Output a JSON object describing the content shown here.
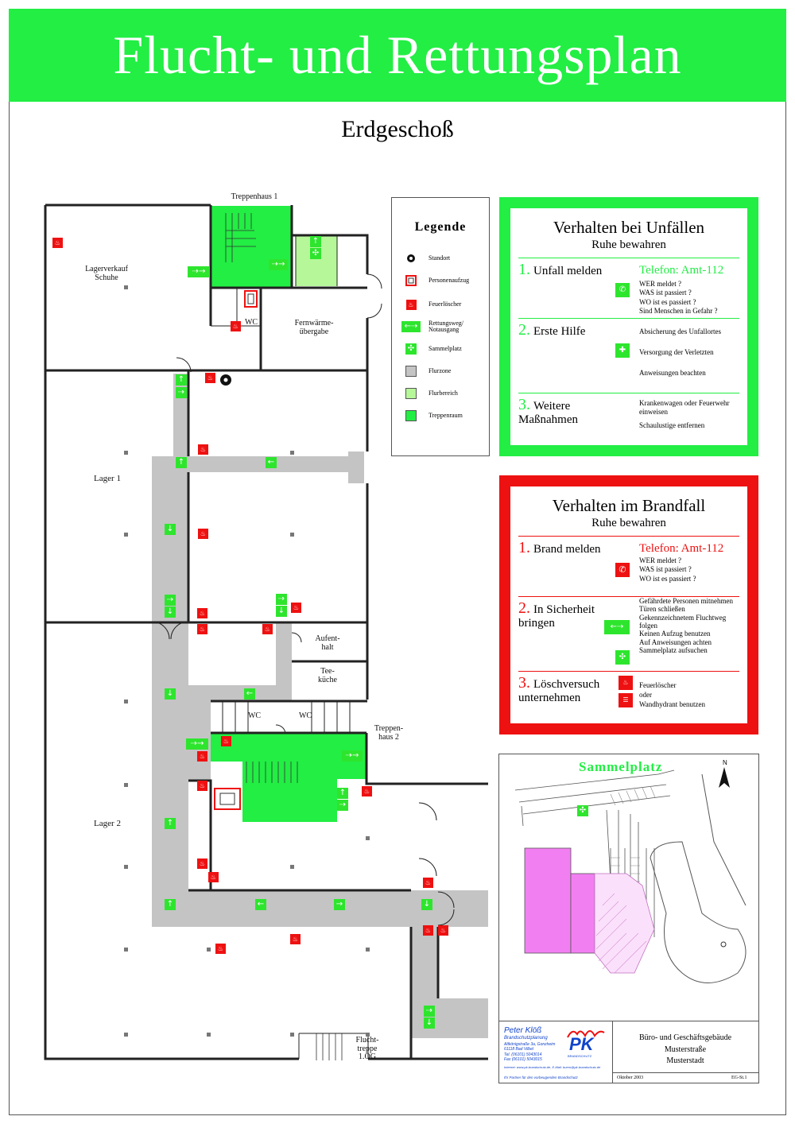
{
  "title": "Flucht- und Rettungsplan",
  "floor": "Erdgeschoß",
  "rooms": {
    "treppenhaus1": "Treppenhaus 1",
    "lagerverkauf": "Lagerverkauf Schuhe",
    "wc": "WC",
    "fernwaerme": "Fernwärme-übergabe",
    "lager1": "Lager 1",
    "aufenthalt": "Aufent-halt",
    "teekueche": "Tee-küche",
    "treppenhaus2": "Treppen-haus 2",
    "lager2": "Lager 2",
    "fluchttreppe": "Flucht-treppe 1.OG"
  },
  "legend": {
    "title": "Legende",
    "items": [
      {
        "label": "Standort",
        "icon": "standort-icon"
      },
      {
        "label": "Personenaufzug",
        "icon": "elevator-icon"
      },
      {
        "label": "Feuerlöscher",
        "icon": "fire-extinguisher-icon"
      },
      {
        "label": "Rettungsweg/ Notausgang",
        "icon": "exit-arrow-icon"
      },
      {
        "label": "Sammelplatz",
        "icon": "assembly-point-icon"
      },
      {
        "label": "Flurzone",
        "icon": "grey-swatch"
      },
      {
        "label": "Flurbereich",
        "icon": "lightgreen-swatch"
      },
      {
        "label": "Treppenraum",
        "icon": "green-swatch"
      }
    ]
  },
  "unfall": {
    "title": "Verhalten bei Unfällen",
    "subtitle": "Ruhe bewahren",
    "color": "#22ee44",
    "s1_num": "1.",
    "s1_label": "Unfall melden",
    "phone": "Telefon: Amt-112",
    "s1_lines": [
      "WER meldet ?",
      "WAS ist passiert ?",
      "WO ist es passiert ?",
      "Sind Menschen in Gefahr ?"
    ],
    "s2_num": "2.",
    "s2_label": "Erste Hilfe",
    "s2_lines": [
      "Absicherung des Unfallortes",
      "Versorgung der Verletzten",
      "Anweisungen beachten"
    ],
    "s3_num": "3.",
    "s3_label": "Weitere Maßnahmen",
    "s3_lines": [
      "Krankenwagen oder Feuerwehr einweisen",
      "Schaulustige entfernen"
    ]
  },
  "brand": {
    "title": "Verhalten im Brandfall",
    "subtitle": "Ruhe bewahren",
    "color": "#ee1111",
    "s1_num": "1.",
    "s1_label": "Brand melden",
    "phone": "Telefon: Amt-112",
    "s1_lines": [
      "WER meldet ?",
      "WAS ist passiert ?",
      "WO ist es passiert ?"
    ],
    "s2_num": "2.",
    "s2_label": "In Sicherheit bringen",
    "s2_lines": [
      "Gefährdete Personen mitnehmen",
      "Türen schließen",
      "Gekennzeichnetem Fluchtweg folgen",
      "Keinen Aufzug benutzen",
      "Auf Anweisungen achten",
      "Sammelplatz aufsuchen"
    ],
    "s3_num": "3.",
    "s3_label": "Löschversuch unternehmen",
    "s3_lines": [
      "Feuerlöscher",
      "oder",
      "Wandhydrant benutzen"
    ]
  },
  "site": {
    "title": "Sammelplatz",
    "north": "N",
    "company_name": "Peter Klöß",
    "company_sub": "Brandschutzplanung",
    "company_addr": [
      "Altkönigstraße 3a, Gonzheim",
      "61118 Bad Vilbel",
      "Tel. (06101) 5043014",
      "Fax (06101) 5043015"
    ],
    "company_web": "Internet: www.pk-brandschutz.de, E-Mail: buero@pk-brandschutz.de",
    "company_slogan": "Ihr Partner für den vorbeugenden Brandschutz",
    "logo": "PK",
    "logo_sub": "BRANDSCHUTZ",
    "building": "Büro- und Geschäftsgebäude",
    "street": "Musterstraße",
    "city": "Musterstadt",
    "date": "Oktober 2003",
    "code": "EG-St.1"
  },
  "colors": {
    "green": "#22ee44",
    "lightgreen": "#b6f79a",
    "grey": "#c4c4c4",
    "red": "#ee1111",
    "pink": "#f27ff2"
  }
}
